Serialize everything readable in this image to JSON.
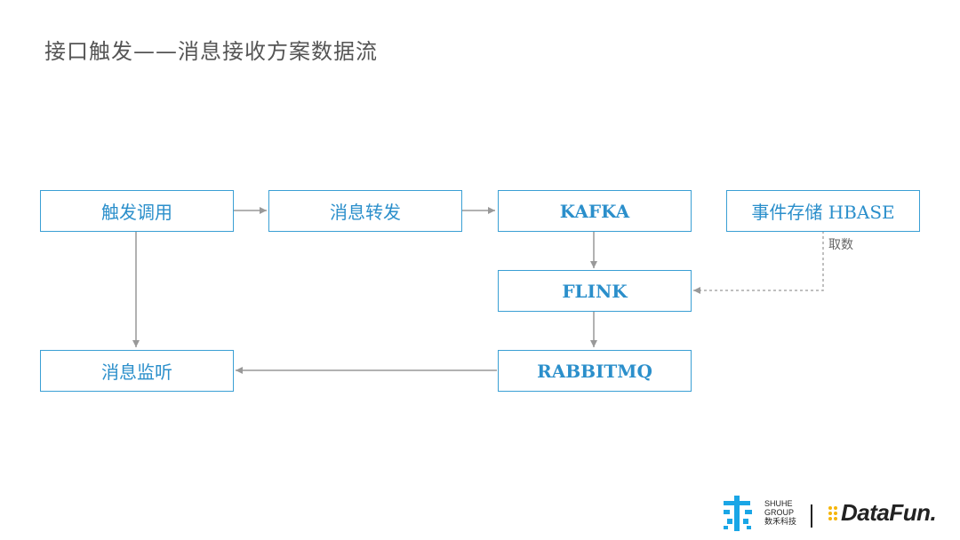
{
  "title": "接口触发——消息接收方案数据流",
  "nodes": {
    "trigger_call": "触发调用",
    "msg_forward": "消息转发",
    "kafka": "KAFKA",
    "hbase": "事件存储 HBASE",
    "flink": "FLINK",
    "rabbitmq": "RABBITMQ",
    "msg_listen": "消息监听"
  },
  "edge_labels": {
    "fetch": "取数"
  },
  "colors": {
    "node_border": "#3a9fd4",
    "node_text": "#2b8fcb",
    "arrow": "#999999",
    "title": "#555555"
  },
  "logos": {
    "shuhe_line1": "SHUHE",
    "shuhe_line2": "GROUP",
    "shuhe_line3": "数禾科技",
    "datafun_main": "DataFun."
  }
}
